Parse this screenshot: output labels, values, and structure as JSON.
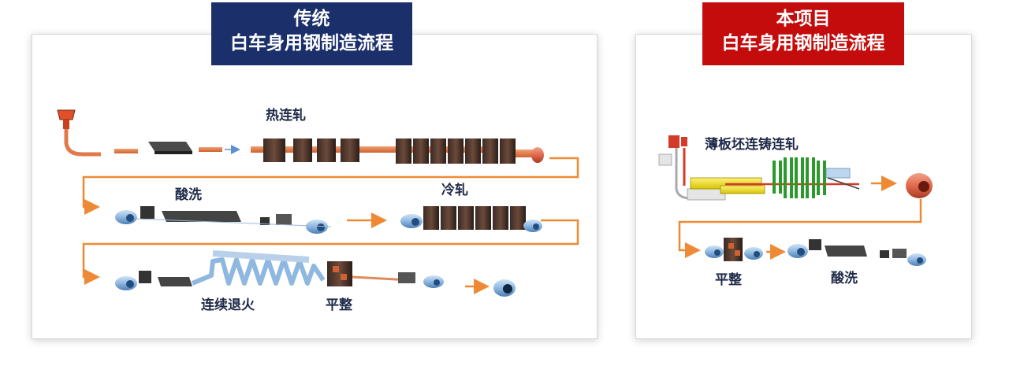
{
  "left": {
    "title_line1": "传统",
    "title_line2": "白车身用钢制造流程",
    "labels": {
      "hot_rolling": "热连轧",
      "pickling": "酸洗",
      "cold_rolling": "冷轧",
      "annealing": "连续退火",
      "temper": "平整"
    }
  },
  "right": {
    "title_line1": "本项目",
    "title_line2": "白车身用钢制造流程",
    "labels": {
      "thin_slab": "薄板坯连铸连轧",
      "temper": "平整",
      "pickling": "酸洗"
    }
  },
  "colors": {
    "left_banner": "#1b2f6b",
    "right_banner": "#c40c0c",
    "flow_line": "#ee8a36",
    "label_text": "#1f2a48"
  }
}
